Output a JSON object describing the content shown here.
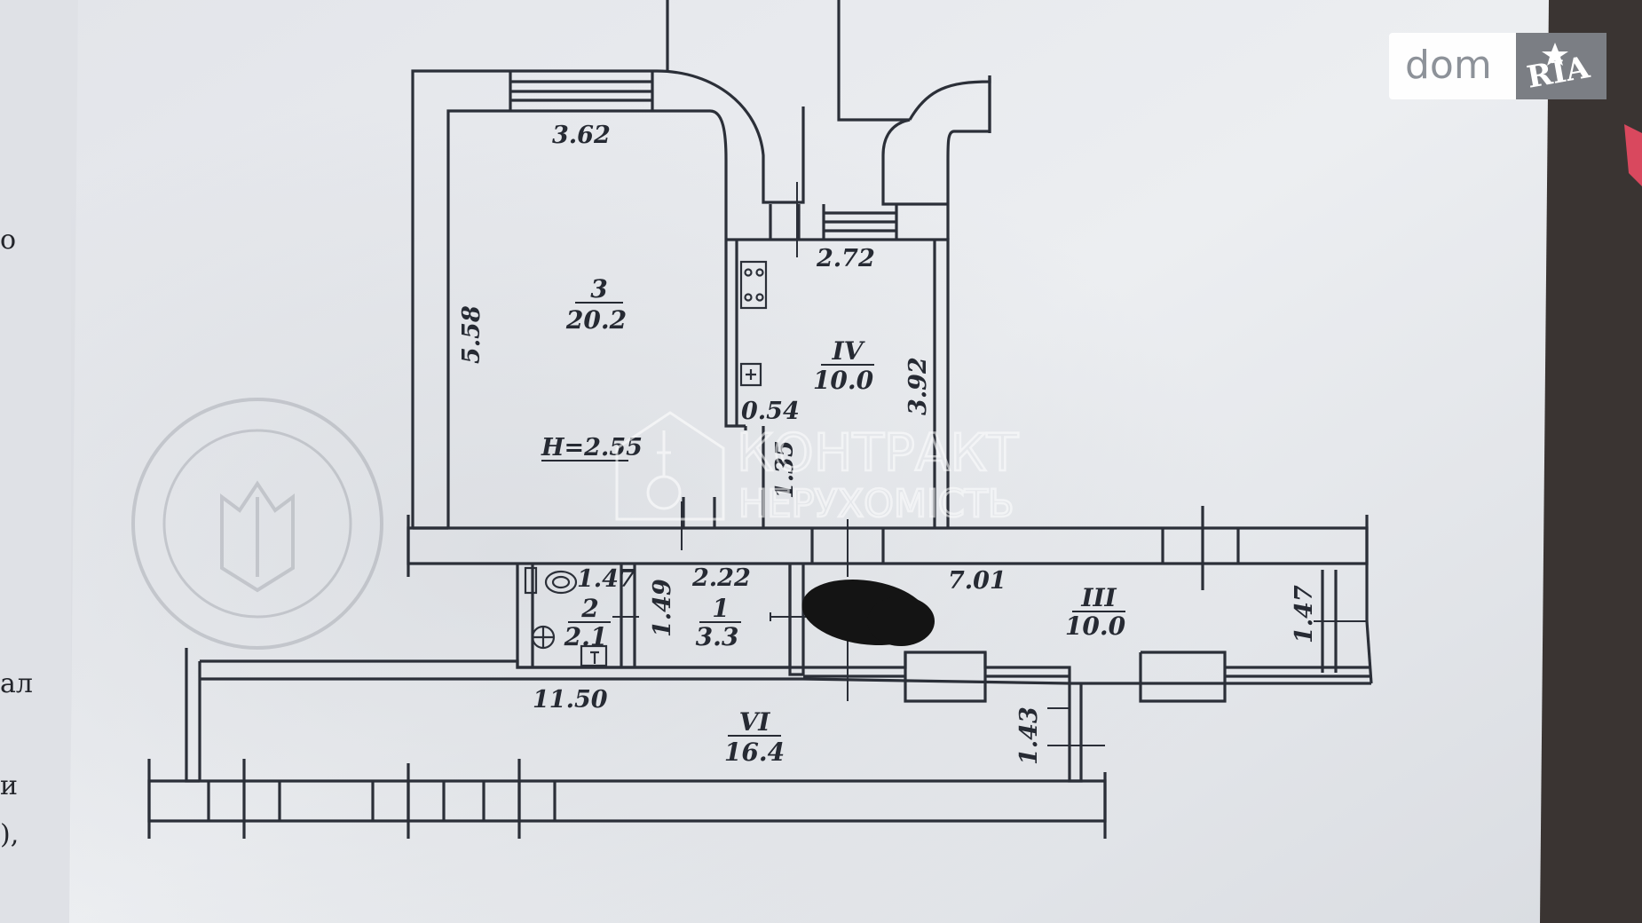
{
  "colors": {
    "paper": "#e6e8ec",
    "ink": "#2b2f38",
    "wall_fill": "#eef0f3",
    "background": "#2a2624",
    "badge_dark": "#7b7e84"
  },
  "plan": {
    "rooms": [
      {
        "number": "3",
        "area": "20.2"
      },
      {
        "number": "IV",
        "area": "10.0"
      },
      {
        "number": "2",
        "area": "2.1"
      },
      {
        "number": "1",
        "area": "3.3"
      },
      {
        "number": "III",
        "area": "10.0"
      },
      {
        "number": "VI",
        "area": "16.4"
      }
    ],
    "dimensions": {
      "d362": "3.62",
      "d558": "5.58",
      "d272": "2.72",
      "d392": "3.92",
      "d054": "0.54",
      "d135": "1.35",
      "d147a": "1.47",
      "d222": "2.22",
      "d701": "7.01",
      "d149": "1.49",
      "d147b": "1.47",
      "d1150": "11.50",
      "d143": "1.43"
    },
    "height_label": "Н=2.55"
  },
  "watermark": {
    "line1": "КОНТРАКТ",
    "line2": "НЕРУХОМІСТЬ"
  },
  "badge": {
    "dom": "dom",
    "ria": "RIA"
  },
  "side_text": [
    "о",
    "ал",
    "и",
    "),"
  ],
  "icons": [
    "stove-icon",
    "sink-icon",
    "toilet-icon",
    "shower-icon",
    "bathtub-icon",
    "kontrakt-logo-icon",
    "stamp-seal-icon",
    "dom-ria-logo-icon"
  ]
}
